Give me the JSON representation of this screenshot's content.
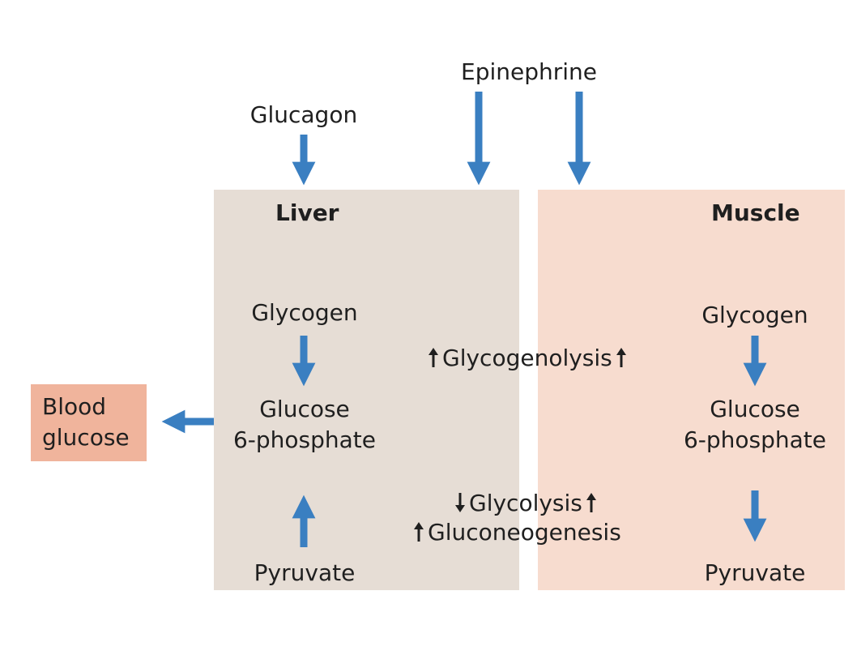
{
  "inputs": {
    "glucagon": "Glucagon",
    "epinephrine": "Epinephrine"
  },
  "liver": {
    "title": "Liver",
    "glycogen": "Glycogen",
    "g6p": "Glucose\n6-phosphate",
    "pyruvate": "Pyruvate"
  },
  "muscle": {
    "title": "Muscle",
    "glycogen": "Glycogen",
    "g6p": "Glucose\n6-phosphate",
    "pyruvate": "Pyruvate"
  },
  "blood": {
    "label": "Blood\nglucose"
  },
  "processes": {
    "glycogenolysis": "Glycogenolysis",
    "glycolysis": "Glycolysis",
    "gluconeogenesis": "Gluconeogenesis"
  },
  "colors": {
    "arrow": "#3a7fc1",
    "liver_bg": "#e6ddd5",
    "muscle_bg": "#f7dccf",
    "blood_bg": "#f0b49c"
  }
}
